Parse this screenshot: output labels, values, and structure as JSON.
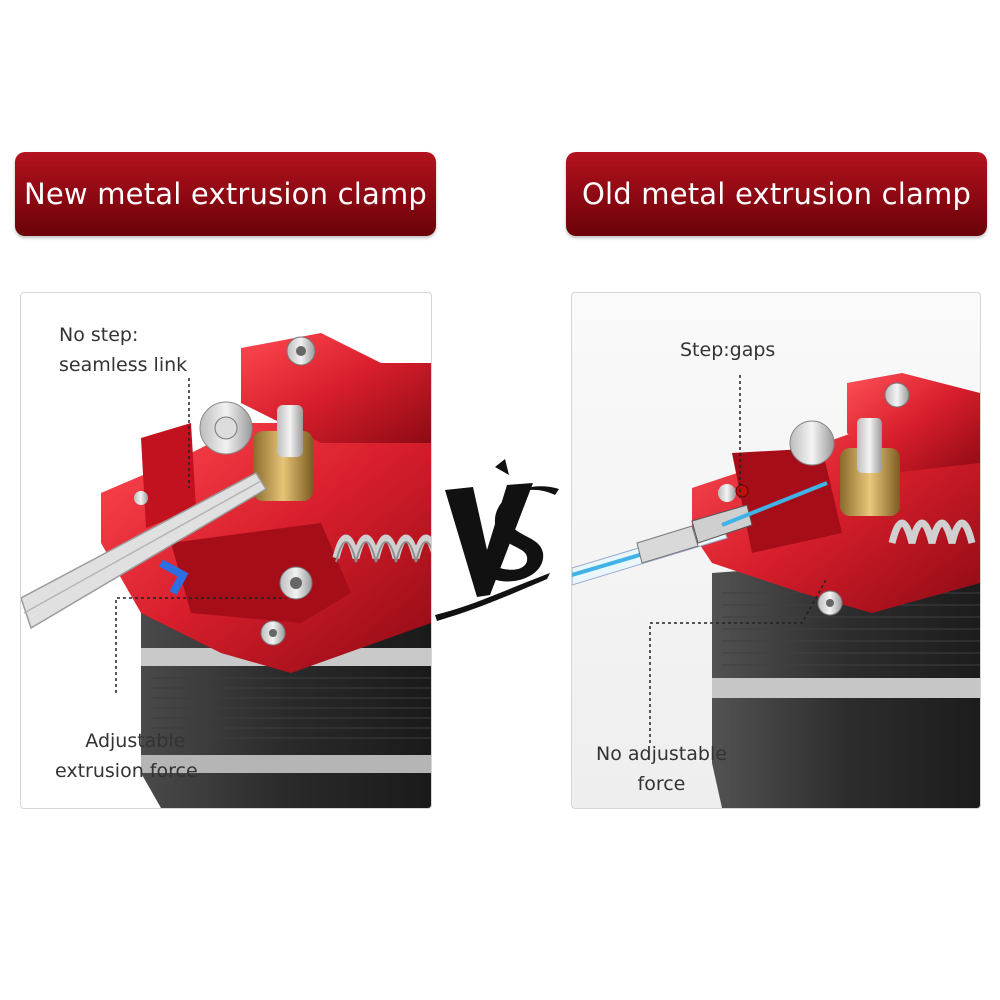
{
  "comparison": {
    "left": {
      "title": "New metal extrusion clamp",
      "callouts": {
        "top": [
          "No step:",
          "seamless link"
        ],
        "bottom": [
          "Adjustable",
          "extrusion force"
        ]
      }
    },
    "right": {
      "title": "Old metal extrusion clamp",
      "callouts": {
        "top": [
          "Step:gaps"
        ],
        "bottom": [
          "No adjustable",
          "force"
        ]
      }
    },
    "versus": "VS"
  },
  "colors": {
    "banner": "#8c0812",
    "clamp_red": "#d81e2c",
    "motor_dark": "#2b2b2b",
    "filament_blue": "#3fb3e6"
  }
}
